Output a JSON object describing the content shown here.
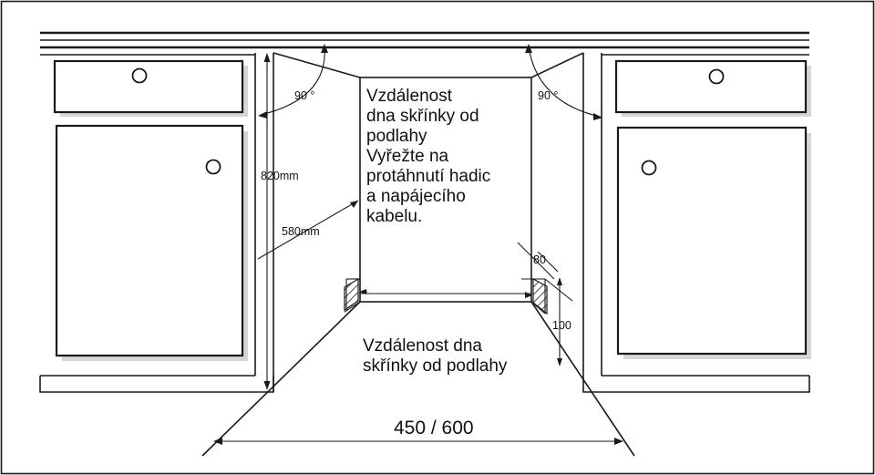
{
  "labels": {
    "angle_left": "90 °",
    "angle_right": "90 °",
    "height_820": "820mm",
    "depth_580": "580mm",
    "dim_80": "80",
    "dim_100": "100",
    "width": "450 / 600"
  },
  "notes": {
    "back_panel": [
      "Vzdálenost",
      "dna skřínky od",
      "podlahy",
      "Vyřežte na",
      "protáhnutí hadic",
      "a napájecího",
      "kabelu."
    ],
    "floor": [
      "Vzdálenost dna",
      "skřínky od podlahy"
    ]
  }
}
